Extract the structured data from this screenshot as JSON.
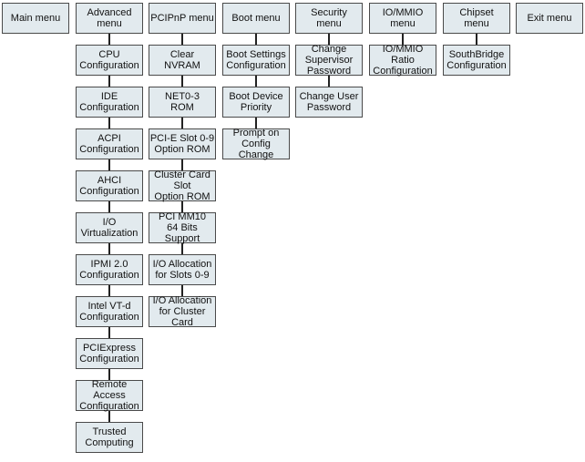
{
  "menus": [
    {
      "title": "Main menu",
      "items": []
    },
    {
      "title": "Advanced\nmenu",
      "items": [
        "CPU\nConfiguration",
        "IDE\nConfiguration",
        "ACPI\nConfiguration",
        "AHCI\nConfiguration",
        "I/O\nVirtualization",
        "IPMI 2.0\nConfiguration",
        "Intel VT-d\nConfiguration",
        "PCIExpress\nConfiguration",
        "Remote\nAccess\nConfiguration",
        "Trusted\nComputing"
      ]
    },
    {
      "title": "PCIPnP menu",
      "items": [
        "Clear\nNVRAM",
        "NET0-3\nROM",
        "PCI-E Slot 0-9\nOption ROM",
        "Cluster Card Slot\nOption ROM",
        "PCI MM10\n64 Bits Support",
        "I/O Allocation\nfor Slots 0-9",
        "I/O Allocation\nfor Cluster Card"
      ]
    },
    {
      "title": "Boot menu",
      "items": [
        "Boot Settings\nConfiguration",
        "Boot Device\nPriority",
        "Prompt on\nConfig Change"
      ]
    },
    {
      "title": "Security\nmenu",
      "items": [
        "Change\nSupervisor\nPassword",
        "Change User\nPassword"
      ]
    },
    {
      "title": "IO/MMIO\nmenu",
      "items": [
        "IO/MMIO Ratio\nConfiguration"
      ]
    },
    {
      "title": "Chipset\nmenu",
      "items": [
        "SouthBridge\nConfiguration"
      ]
    },
    {
      "title": "Exit menu",
      "items": []
    }
  ]
}
